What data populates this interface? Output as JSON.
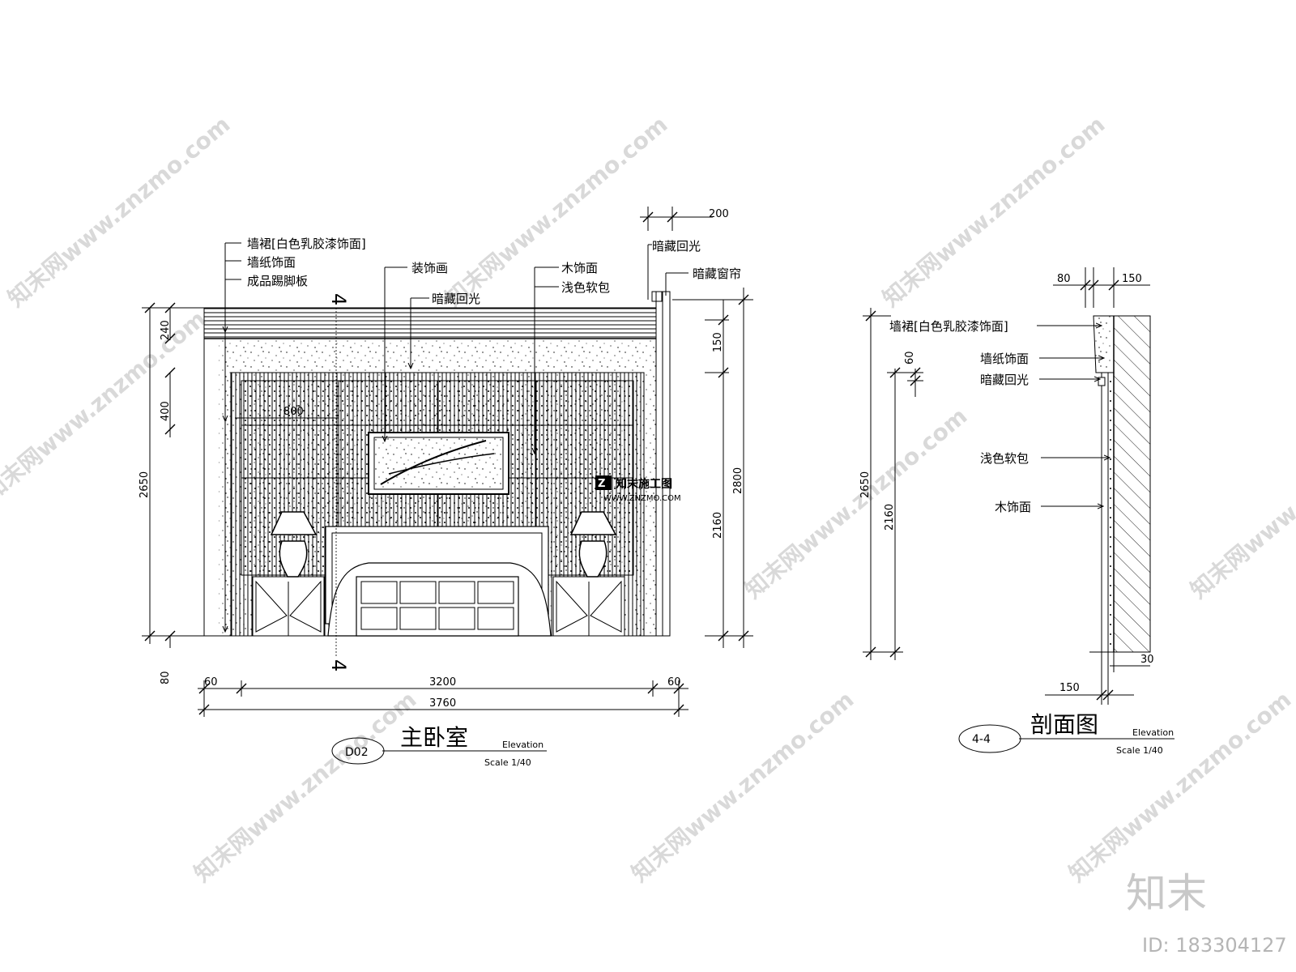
{
  "elevation": {
    "section_marker_top": "4",
    "section_marker_bottom": "4",
    "labels": {
      "wainscot": "墙裙[白色乳胶漆饰面]",
      "wallpaper": "墙纸饰面",
      "skirting": "成品踢脚板",
      "decor_painting": "装饰画",
      "hidden_light": "暗藏回光",
      "wood_finish": "木饰面",
      "soft_pack": "浅色软包",
      "hidden_light_right": "暗藏回光",
      "hidden_curtain": "暗藏窗帘"
    },
    "dims": {
      "d200": "200",
      "d240": "240",
      "d400": "400",
      "d2650": "2650",
      "d80": "80",
      "d800": "800",
      "d150": "150",
      "d2160": "2160",
      "d2800": "2800",
      "d60l": "60",
      "d3200": "3200",
      "d60r": "60",
      "d3760": "3760"
    },
    "title_tag": "D02",
    "title": "主卧室",
    "subtitle": "Elevation",
    "scale": "Scale 1/40"
  },
  "section": {
    "labels": {
      "wainscot": "墙裙[白色乳胶漆饰面]",
      "wallpaper": "墙纸饰面",
      "hidden_light": "暗藏回光",
      "soft_pack": "浅色软包",
      "wood_finish": "木饰面"
    },
    "dims": {
      "d80": "80",
      "d150top": "150",
      "d60": "60",
      "d2650": "2650",
      "d2160": "2160",
      "d30": "30",
      "d150bot": "150"
    },
    "title_tag": "4-4",
    "title": "剖面图",
    "subtitle": "Elevation",
    "scale": "Scale 1/40"
  },
  "logo": {
    "name": "知末施工图",
    "url": "WWW.ZNZMO.COM"
  },
  "watermark": {
    "text": "知末网www.znzmo.com",
    "brand": "知末",
    "id": "ID: 183304127"
  }
}
